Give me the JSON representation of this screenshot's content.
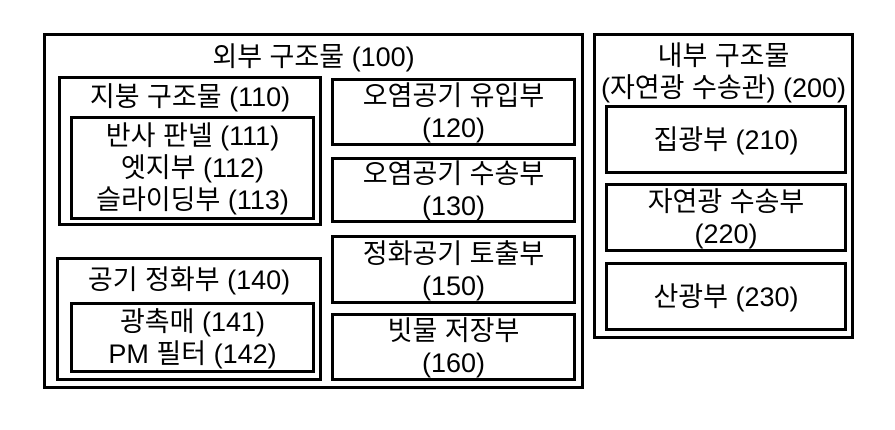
{
  "diagram": {
    "outer_structure": {
      "title": "외부 구조물 (100)",
      "roof": {
        "title": "지붕 구조물 (110)",
        "item1": "반사 판넬 (111)",
        "item2": "엣지부 (112)",
        "item3": "슬라이딩부 (113)"
      },
      "purifier": {
        "title": "공기 정화부 (140)",
        "item1": "광촉매 (141)",
        "item2": "PM 필터 (142)"
      },
      "inflow": {
        "line1": "오염공기 유입부",
        "line2": "(120)"
      },
      "transport": {
        "line1": "오염공기 수송부",
        "line2": "(130)"
      },
      "discharge": {
        "line1": "정화공기 토출부",
        "line2": "(150)"
      },
      "rainwater": {
        "line1": "빗물 저장부",
        "line2": "(160)"
      }
    },
    "inner_structure": {
      "title_line1": "내부 구조물",
      "title_line2": "(자연광 수송관) (200)",
      "collector": "집광부 (210)",
      "transport_line1": "자연광 수송부",
      "transport_line2": "(220)",
      "diffuser": "산광부 (230)"
    },
    "colors": {
      "line": "#000000",
      "background": "#ffffff",
      "text": "#000000"
    }
  }
}
